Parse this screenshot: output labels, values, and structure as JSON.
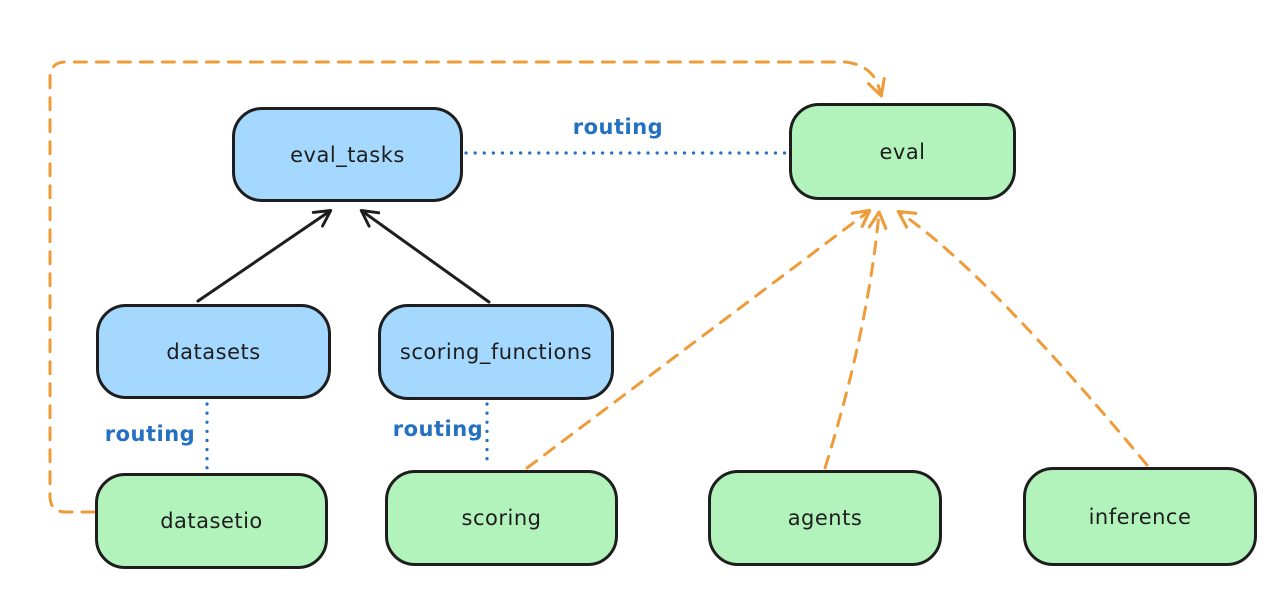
{
  "diagram": {
    "nodes": {
      "eval_tasks": {
        "label": "eval_tasks",
        "fill": "#a5d8ff"
      },
      "eval": {
        "label": "eval",
        "fill": "#b2f2bb"
      },
      "datasets": {
        "label": "datasets",
        "fill": "#a5d8ff"
      },
      "scoring_functions": {
        "label": "scoring_functions",
        "fill": "#a5d8ff"
      },
      "datasetio": {
        "label": "datasetio",
        "fill": "#b2f2bb"
      },
      "scoring": {
        "label": "scoring",
        "fill": "#b2f2bb"
      },
      "agents": {
        "label": "agents",
        "fill": "#b2f2bb"
      },
      "inference": {
        "label": "inference",
        "fill": "#b2f2bb"
      }
    },
    "edge_labels": {
      "eval_tasks_to_eval": "routing",
      "datasets_to_datasetio": "routing",
      "scoring_functions_to_scoring": "routing"
    },
    "colors": {
      "node_stroke": "#1e1e1e",
      "blue_fill": "#a5d8ff",
      "green_fill": "#b2f2bb",
      "routing_blue": "#2470c2",
      "provider_orange": "#ee9b3a",
      "background": "#ffffff"
    }
  }
}
